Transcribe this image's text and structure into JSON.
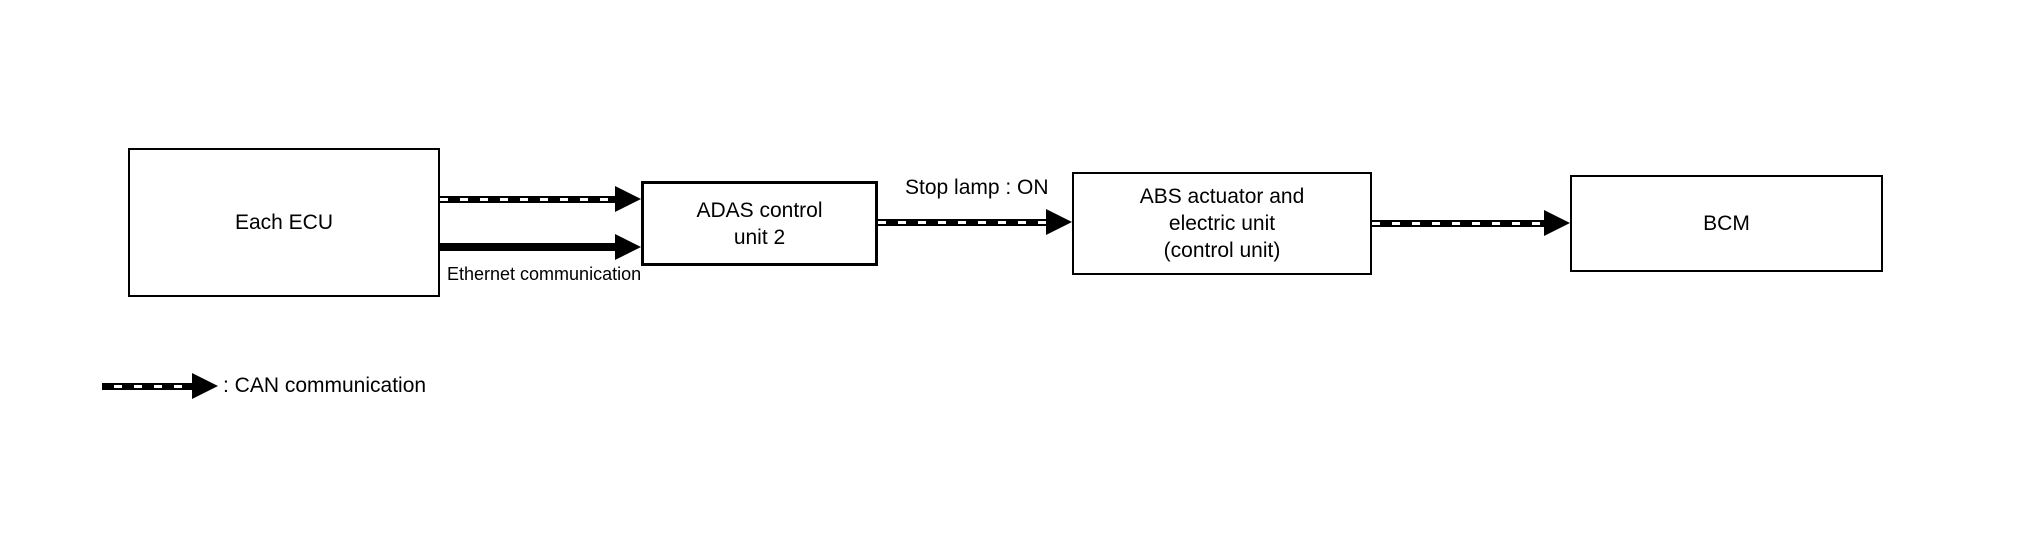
{
  "diagram": {
    "background_color": "#ffffff",
    "line_color": "#000000",
    "nodes": [
      {
        "id": "each-ecu",
        "lines": [
          "Each ECU"
        ]
      },
      {
        "id": "adas-control-unit-2",
        "lines": [
          "ADAS control",
          "unit 2"
        ]
      },
      {
        "id": "abs-actuator",
        "lines": [
          "ABS actuator and",
          "electric unit",
          "(control unit)"
        ]
      },
      {
        "id": "bcm",
        "lines": [
          "BCM"
        ]
      }
    ],
    "edges": [
      {
        "from": "each-ecu",
        "to": "adas-control-unit-2",
        "type": "CAN communication",
        "label": ""
      },
      {
        "from": "each-ecu",
        "to": "adas-control-unit-2",
        "type": "Ethernet communication",
        "label": "Ethernet communication"
      },
      {
        "from": "adas-control-unit-2",
        "to": "abs-actuator",
        "type": "CAN communication",
        "label": "Stop lamp : ON"
      },
      {
        "from": "abs-actuator",
        "to": "bcm",
        "type": "CAN communication",
        "label": ""
      }
    ],
    "legend": {
      "symbol": "can-dashed-arrow",
      "label": ": CAN communication"
    }
  }
}
